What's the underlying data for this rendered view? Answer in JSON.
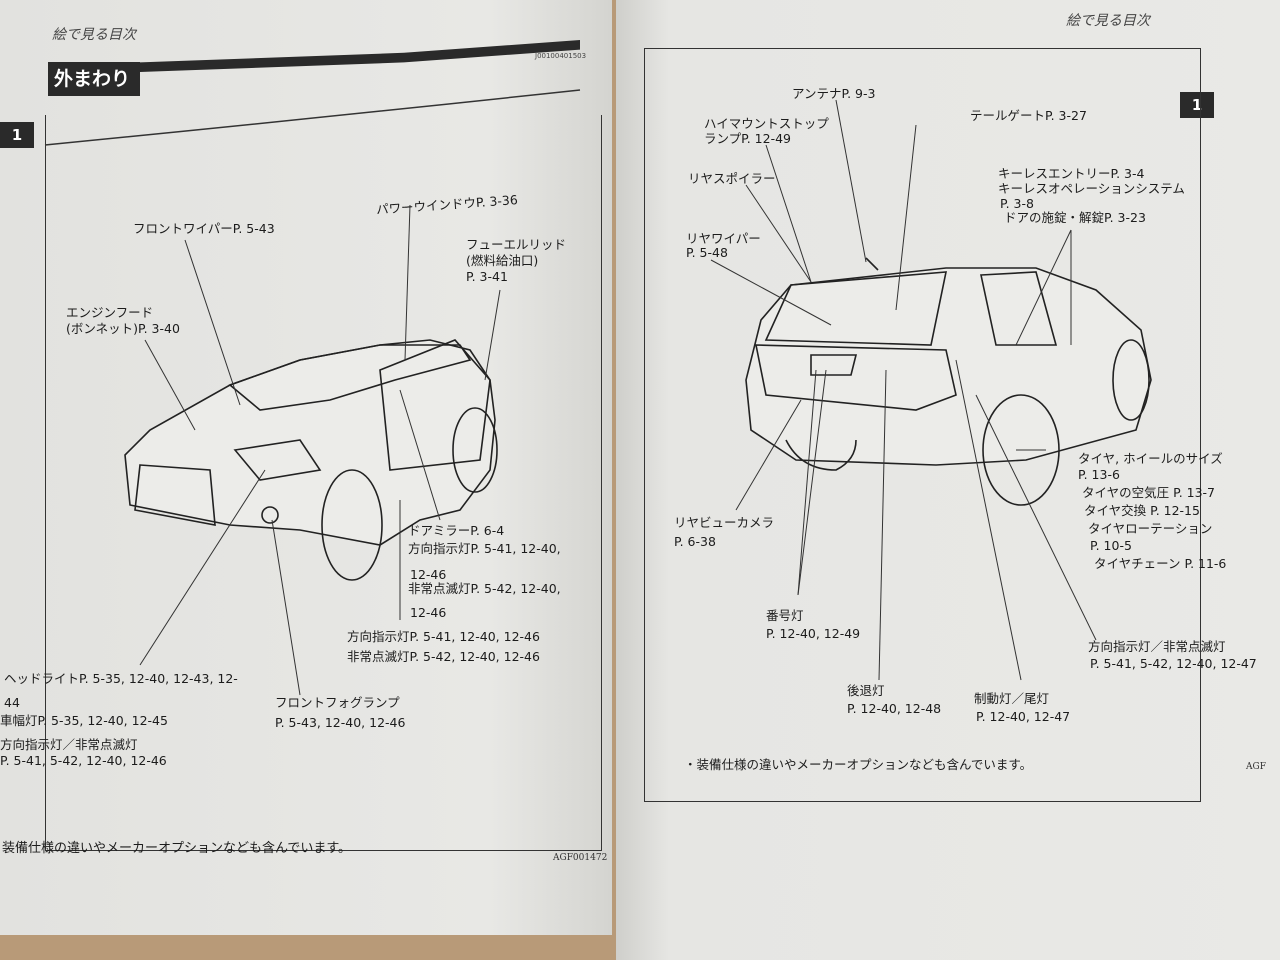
{
  "left_page": {
    "header": "絵で見る目次",
    "section_title": "外まわり",
    "chapter_tab": "1",
    "doc_code": "J00100401503",
    "labels": [
      "フロントワイパーP. 5-43",
      "パワーウインドウP. 3-36",
      "フューエルリッド",
      "(燃料給油口)",
      "P. 3-41",
      "エンジンフード",
      "(ボンネット)P. 3-40",
      "ドアミラーP. 6-4",
      "方向指示灯P. 5-41, 12-40,",
      "12-46",
      "非常点滅灯P. 5-42, 12-40,",
      "12-46",
      "方向指示灯P. 5-41, 12-40, 12-46",
      "非常点滅灯P. 5-42, 12-40, 12-46",
      "ヘッドライトP. 5-35, 12-40, 12-43, 12-",
      "44",
      "車幅灯P. 5-35, 12-40, 12-45",
      "方向指示灯／非常点滅灯",
      "P. 5-41, 5-42, 12-40, 12-46",
      "フロントフォグランプ",
      "P. 5-43, 12-40, 12-46"
    ],
    "footnote": "装備仕様の違いやメーカーオプションなども含んでいます。",
    "figure_code": "AGF001472"
  },
  "right_page": {
    "header": "絵で見る目次",
    "chapter_tab": "1",
    "labels": [
      "アンテナP. 9-3",
      "ハイマウントストップ",
      "ランプP. 12-49",
      "テールゲートP. 3-27",
      "リヤスポイラー",
      "キーレスエントリーP. 3-4",
      "キーレスオペレーションシステム",
      "P. 3-8",
      "ドアの施錠・解錠P. 3-23",
      "リヤワイパー",
      "P. 5-48",
      "タイヤ, ホイールのサイズ",
      "P. 13-6",
      "タイヤの空気圧 P. 13-7",
      "タイヤ交換 P. 12-15",
      "タイヤローテーション",
      "P. 10-5",
      "タイヤチェーン P. 11-6",
      "リヤビューカメラ",
      "P. 6-38",
      "番号灯",
      "P. 12-40, 12-49",
      "方向指示灯／非常点滅灯",
      "P. 5-41, 5-42, 12-40, 12-47",
      "後退灯",
      "P. 12-40, 12-48",
      "制動灯／尾灯",
      "P. 12-40, 12-47"
    ],
    "footnote": "・装備仕様の違いやメーカーオプションなども含んでいます。",
    "figure_code": "AGF"
  }
}
